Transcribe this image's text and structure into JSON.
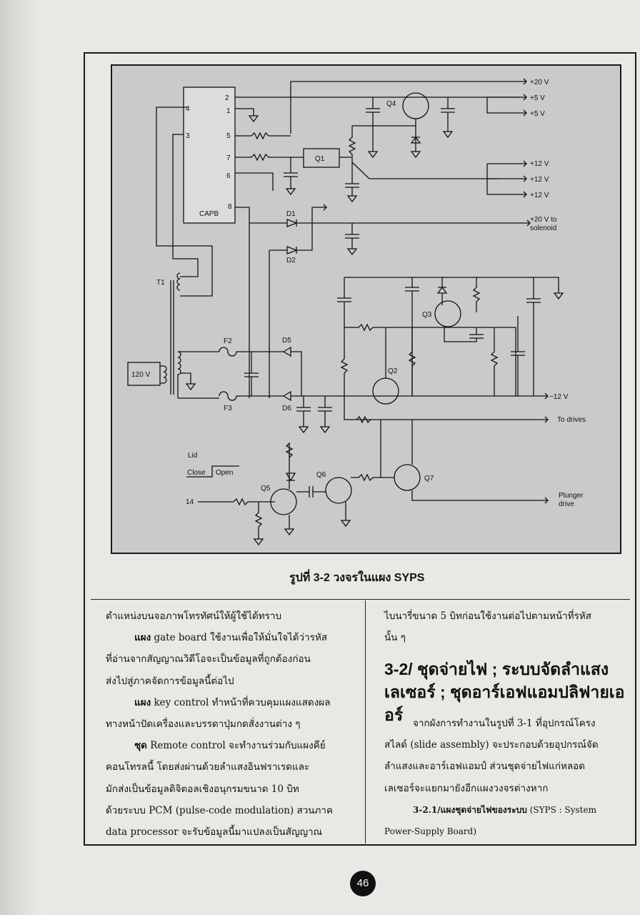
{
  "figure": {
    "caption": "รูปที่ 3-2 วงจรในแผง SYPS",
    "labels": {
      "capb": "CAPB",
      "pin2": "2",
      "pin1": "1",
      "pin5": "5",
      "pin7": "7",
      "pin6": "6",
      "pin8": "8",
      "pin4": "4",
      "pin3": "3",
      "q1": "Q1",
      "q2": "Q2",
      "q3": "Q3",
      "q4": "Q4",
      "q5": "Q5",
      "q6": "Q6",
      "q7": "Q7",
      "d1": "D1",
      "d2": "D2",
      "d5": "D5",
      "d6": "D6",
      "f2": "F2",
      "f3": "F3",
      "t1": "T1",
      "v120": "120 V",
      "out_20v": "+20 V",
      "out_5v_a": "+5 V",
      "out_5v_b": "+5 V",
      "out_12v_a": "+12 V",
      "out_12v_b": "+12 V",
      "out_12v_c": "+12 V",
      "out_20v_solenoid_1": "+20 V to",
      "out_20v_solenoid_2": "solenoid",
      "out_neg12v": "−12 V",
      "out_drives": "To drives",
      "out_plunger_1": "Plunger",
      "out_plunger_2": "drive",
      "lid": "Lid",
      "lid_close": "Close",
      "lid_open": "Open",
      "in14": "14"
    }
  },
  "left_column": [
    {
      "text": "ตำแหน่งบนจอภาพโทรทัศน์ให้ผู้ใช้ได้ทราบ",
      "indent": false
    },
    {
      "bold": "แผง",
      "text": " gate board ใช้งานเพื่อให้มั่นใจได้ว่ารหัส",
      "indent": true
    },
    {
      "text": "ที่อ่านจากสัญญาณวิดีโอจะเป็นข้อมูลที่ถูกต้องก่อน",
      "indent": false
    },
    {
      "text": "ส่งไปสู่ภาคจัดการข้อมูลนี้ต่อไป",
      "indent": false
    },
    {
      "bold": "แผง",
      "text": " key control ทำหน้าที่ควบคุมแผงแสดงผล",
      "indent": true
    },
    {
      "text": "ทางหน้าปัดเครื่องและบรรดาปุ่มกดสั่งงานต่าง ๆ",
      "indent": false
    },
    {
      "bold": "ชุด",
      "text": " Remote control จะทำงานร่วมกับแผงคีย์",
      "indent": true
    },
    {
      "text": "คอนโทรลนี้ โดยส่งผ่านด้วยลำแสงอินฟราเรดและ",
      "indent": false
    },
    {
      "text": "มักส่งเป็นข้อมูลดิจิตอลเชิงอนุกรมขนาด 10 บิท",
      "indent": false
    },
    {
      "text": "ด้วยระบบ PCM (pulse-code modulation) สวนภาค",
      "indent": false
    },
    {
      "text": "data processor จะรับข้อมูลนี้มาแปลงเป็นสัญญาณ",
      "indent": false
    }
  ],
  "right_column_top": [
    "ไบนารี่ขนาด 5 บิทก่อนใช้งานต่อไปตามหน้าที่รหัส",
    "นั้น ๆ"
  ],
  "heading_lines": [
    "3-2/ ชุดจ่ายไฟ ; ระบบจัดลำแสง",
    "เลเซอร์ ; ชุดอาร์เอฟแอมปลิฟายเออร์"
  ],
  "right_column_body": [
    {
      "text": "จากผังการทำงานในรูปที่ 3-1 ที่อุปกรณ์โครง",
      "indent": true
    },
    {
      "text": "สไลด์ (slide assembly) จะประกอบด้วยอุปกรณ์จัด",
      "indent": false
    },
    {
      "text": "ลำแสงและอาร์เอฟแอมป์ ส่วนชุดจ่ายไฟแก่หลอด",
      "indent": false
    },
    {
      "text": "เลเซอร์จะแยกมายังอีกแผงวงจรต่างหาก",
      "indent": false
    },
    {
      "bold": "3-2.1/แผงชุดจ่ายไฟของระบบ",
      "text": " (SYPS : System",
      "indent": true,
      "small": true
    },
    {
      "text": "Power-Supply Board)",
      "indent": false,
      "small": true
    }
  ],
  "page_number": "46"
}
